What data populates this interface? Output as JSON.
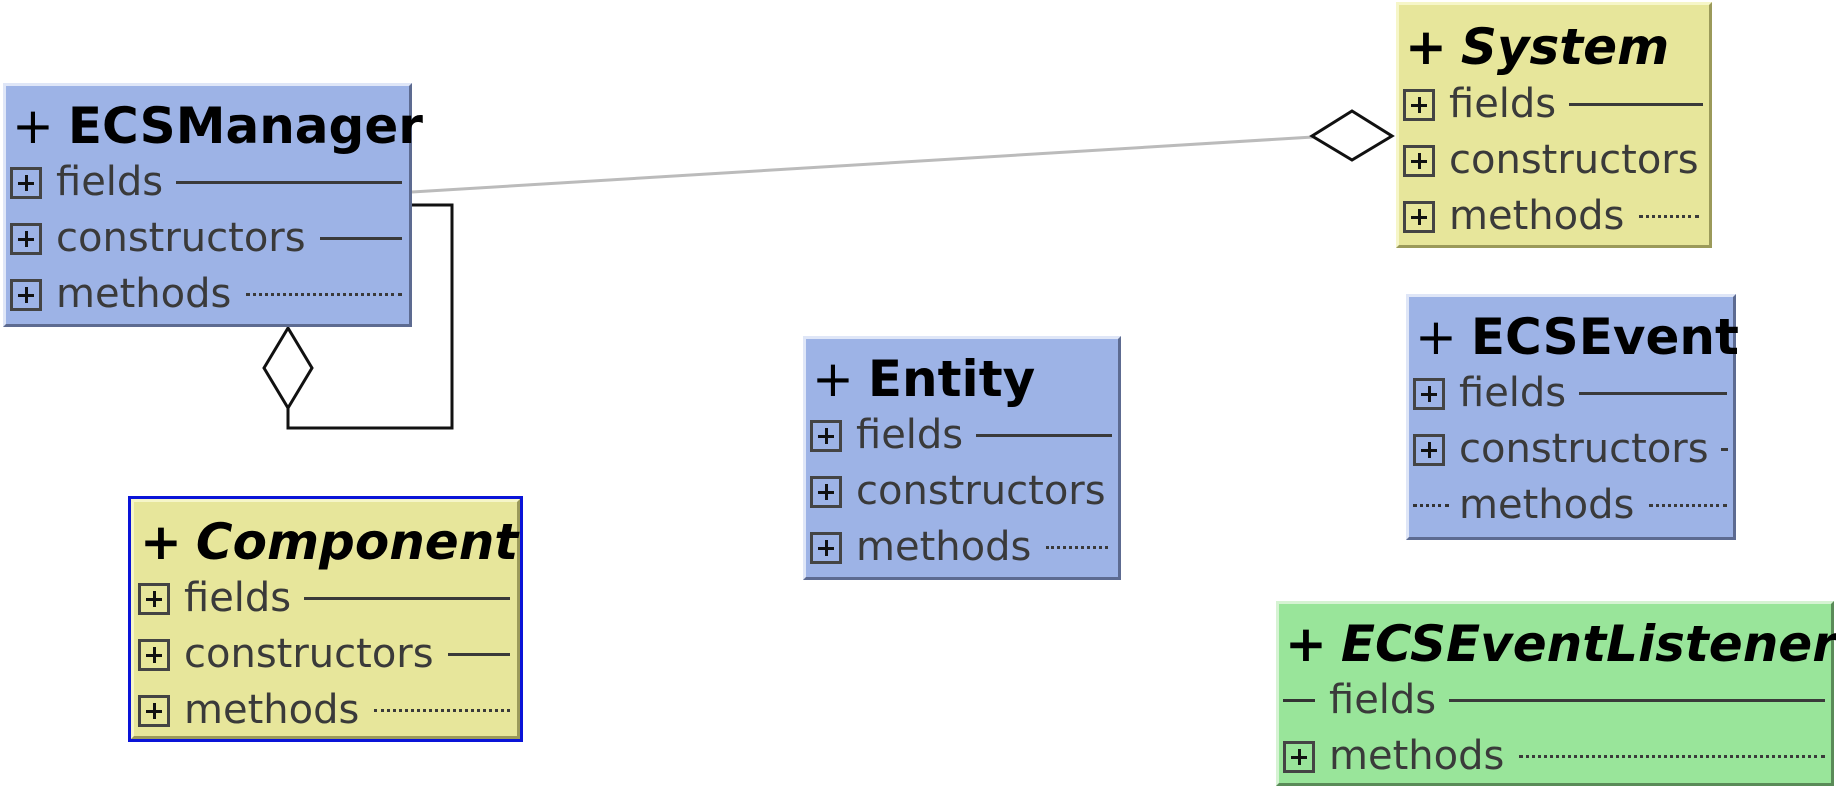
{
  "classes": {
    "ecsmanager": {
      "visibility": "+",
      "name": "ECSManager",
      "sections": {
        "fields": "fields",
        "constructors": "constructors",
        "methods": "methods"
      }
    },
    "system": {
      "visibility": "+",
      "name": "System",
      "sections": {
        "fields": "fields",
        "constructors": "constructors",
        "methods": "methods"
      }
    },
    "entity": {
      "visibility": "+",
      "name": "Entity",
      "sections": {
        "fields": "fields",
        "constructors": "constructors",
        "methods": "methods"
      }
    },
    "ecsevent": {
      "visibility": "+",
      "name": "ECSEvent",
      "sections": {
        "fields": "fields",
        "constructors": "constructors",
        "methods": "methods"
      }
    },
    "component": {
      "visibility": "+",
      "name": "Component",
      "sections": {
        "fields": "fields",
        "constructors": "constructors",
        "methods": "methods"
      }
    },
    "ecseventlistener": {
      "visibility": "+",
      "name": "ECSEventListener",
      "sections": {
        "fields": "fields",
        "methods": "methods"
      }
    }
  },
  "colors": {
    "class_fill": "#9db3e6",
    "interface_fill": "#e7e69b",
    "listener_fill": "#99e59a",
    "selection_border": "#0a14d8",
    "association_line": "#bbbbbb"
  }
}
